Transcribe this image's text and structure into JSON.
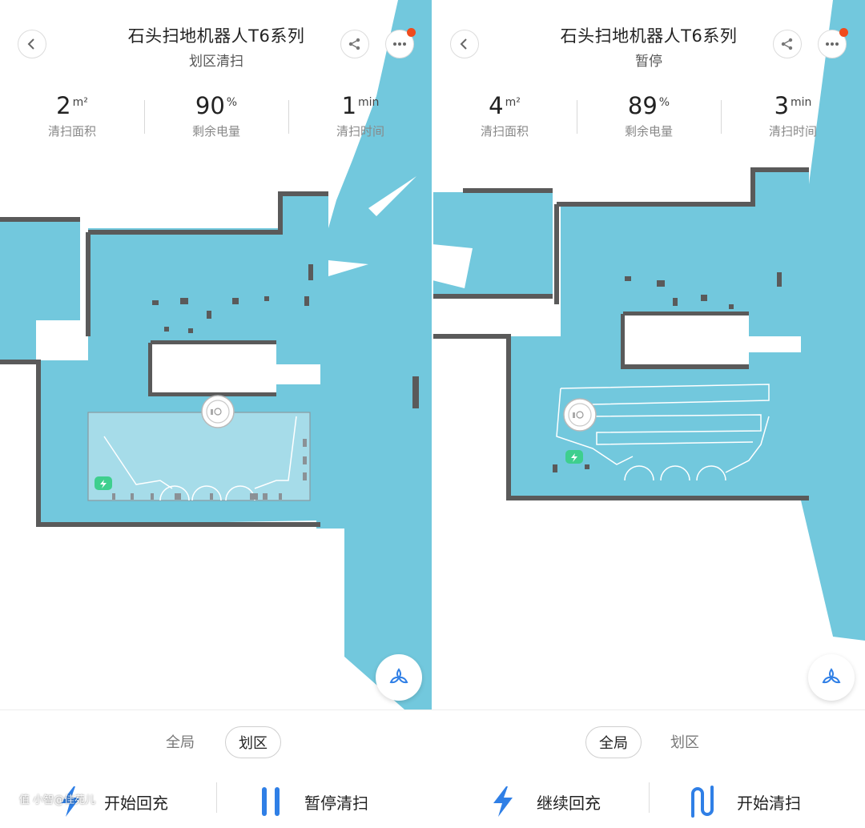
{
  "left": {
    "title": "石头扫地机器人T6系列",
    "status": "划区清扫",
    "stats": [
      {
        "value": "2",
        "unit": "m²",
        "label": "清扫面积"
      },
      {
        "value": "90",
        "unit": "%",
        "label": "剩余电量"
      },
      {
        "value": "1",
        "unit": "min",
        "label": "清扫时间"
      }
    ],
    "modes": [
      {
        "label": "全局",
        "active": false
      },
      {
        "label": "划区",
        "active": true
      }
    ],
    "actions": [
      {
        "label": "开始回充",
        "icon": "lightning-icon"
      },
      {
        "label": "暂停清扫",
        "icon": "pause-icon"
      }
    ]
  },
  "right": {
    "title": "石头扫地机器人T6系列",
    "status": "暂停",
    "stats": [
      {
        "value": "4",
        "unit": "m²",
        "label": "清扫面积"
      },
      {
        "value": "89",
        "unit": "%",
        "label": "剩余电量"
      },
      {
        "value": "3",
        "unit": "min",
        "label": "清扫时间"
      }
    ],
    "modes": [
      {
        "label": "全局",
        "active": true
      },
      {
        "label": "划区",
        "active": false
      }
    ],
    "actions": [
      {
        "label": "继续回充",
        "icon": "lightning-icon"
      },
      {
        "label": "开始清扫",
        "icon": "sweep-path-icon"
      }
    ]
  },
  "watermark": "值 小智@佳苑儿",
  "colors": {
    "map_floor": "#72c8dd",
    "map_wall": "#5a5a5a",
    "zone_fill": "#a6dce9",
    "accent_blue": "#2f7fe6",
    "charger_green": "#3ecf8e",
    "notification_red": "#f04b1d"
  }
}
